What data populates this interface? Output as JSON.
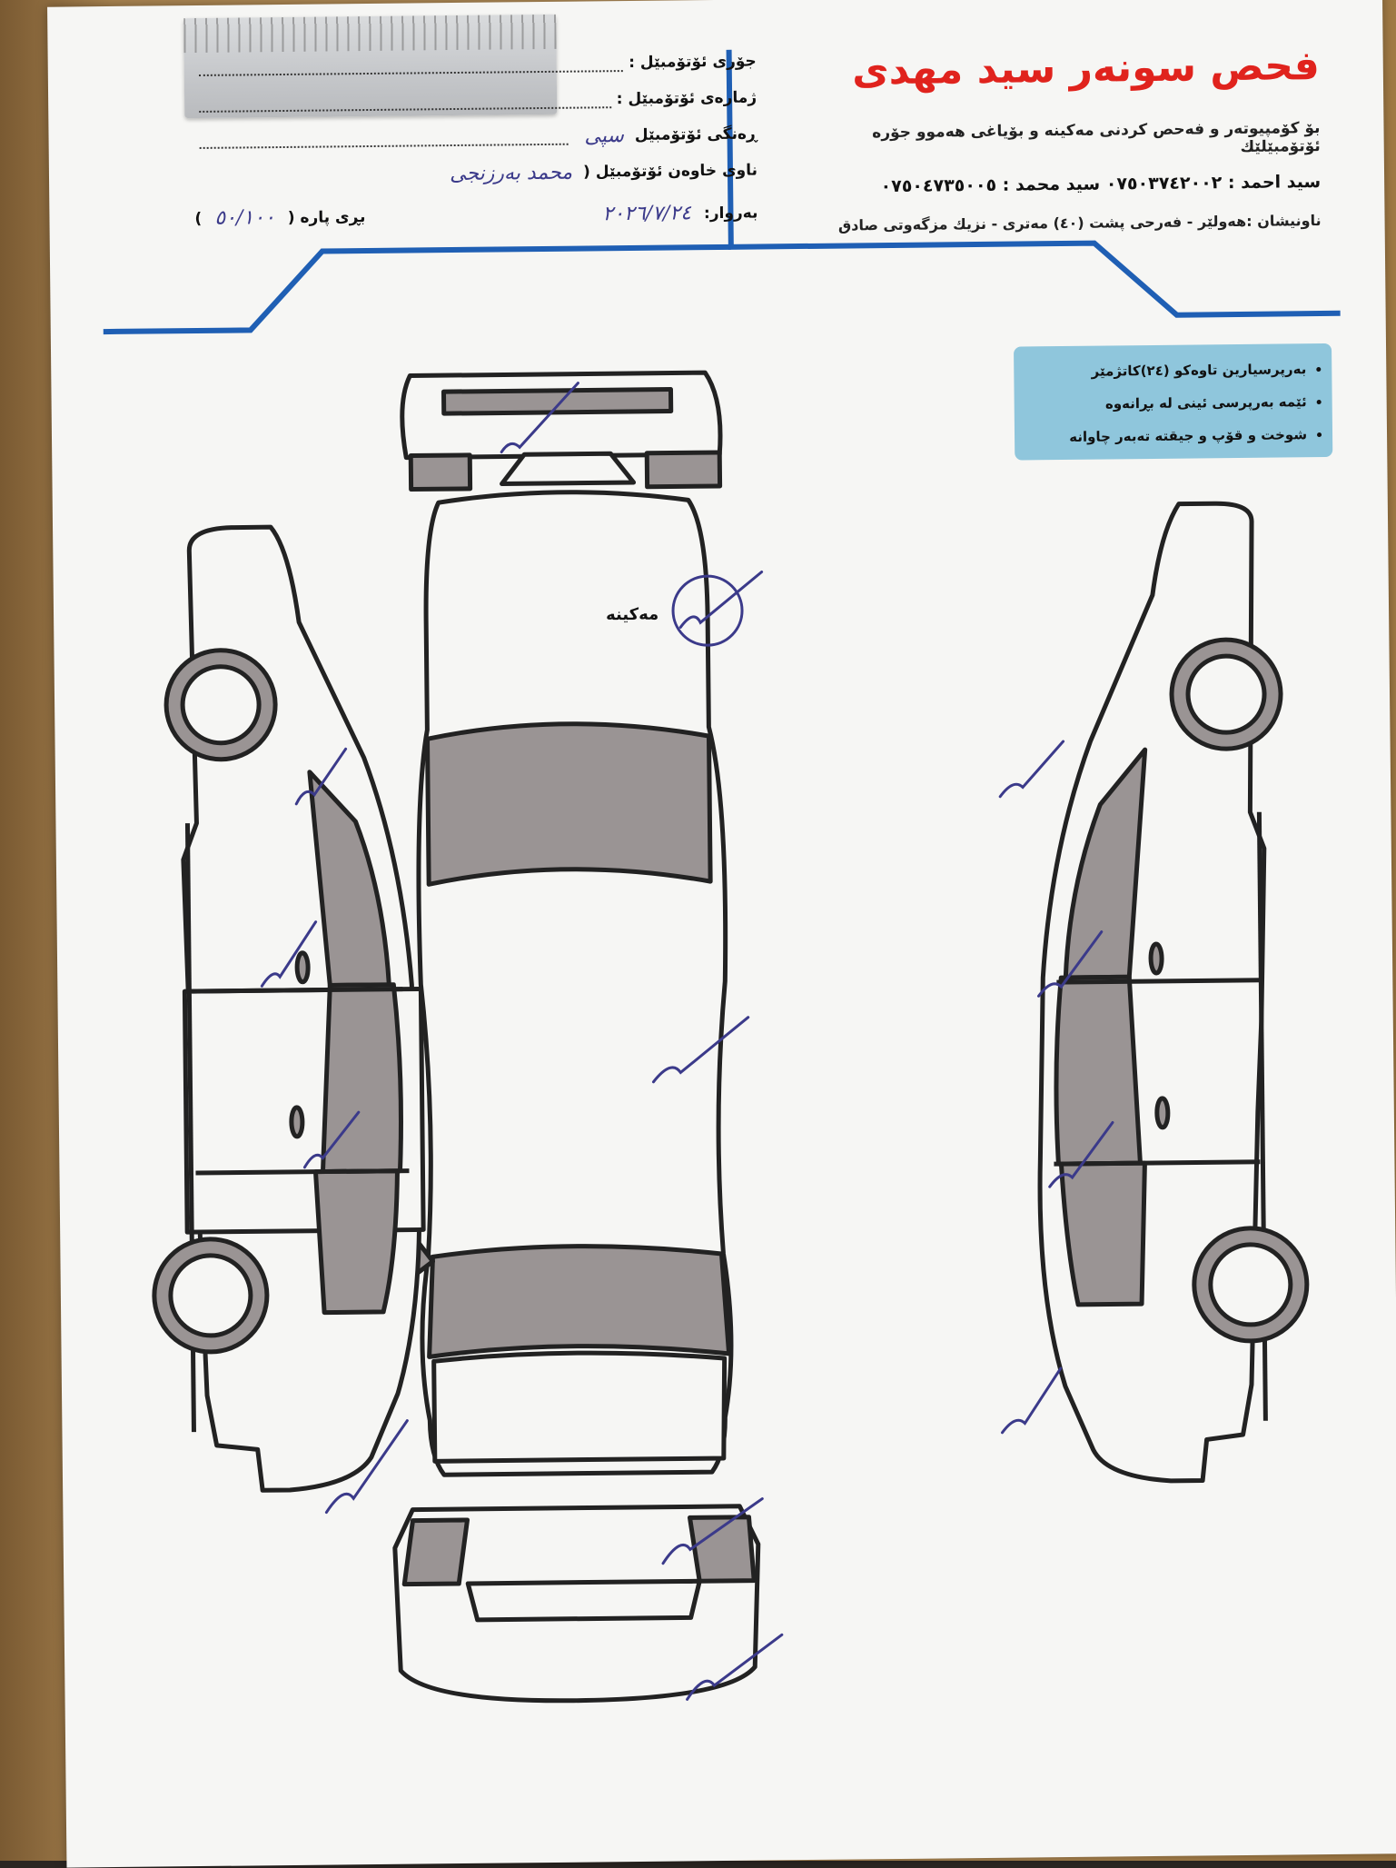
{
  "company": {
    "title": "فحص سونەر سید مهدی",
    "subtitle": "بۆ كۆمپيوتەر و فەحص كردنی مەكينە و بۆياغی هەموو جۆرە ئۆتۆمبێلێك",
    "phones": "سيد احمد : ٠٧٥٠٣٧٤٢٠٠٢ سيد محمد : ٠٧٥٠٤٧٣٥٠٠٥",
    "address": "ناونیشان :هەولێر - فەرحی پشت (٤٠) مەتری - نزیك مزگەوتی صادق"
  },
  "form": {
    "car_type": {
      "label": "جۆری ئۆتۆمبێل :",
      "value": ""
    },
    "car_number": {
      "label": "ژمارەی ئۆتۆمبێل :",
      "value": ""
    },
    "car_color": {
      "label": "ڕەنگی ئۆتۆمبێل",
      "value": "سپی"
    },
    "owner": {
      "label": "ناوی خاوەن ئۆتۆمبێل (",
      "value": "محمد بەرزنجی"
    },
    "date_label": "بەروار:",
    "date_value": "٢٠٢٦/٧/٢٤",
    "amount_label": "بڕی پارە (",
    "amount_value": "٥٠/١٠٠"
  },
  "notes": [
    "بەرپرسیارین تاوەكو (٢٤)كاتژمێر",
    "ئێمە بەرپرسی ئینی لە بڕانەوە",
    "شوخت و قۆپ و جیقتە تەبەر چاوانە"
  ],
  "diagram": {
    "engine_label": "مەكينە"
  },
  "colors": {
    "accent_blue": "#1f5fb4",
    "title_red": "#e0231d",
    "panel_gray": "#9a9494",
    "ink_blue": "#3b3a8a",
    "notes_bg": "#8fc6dc"
  }
}
